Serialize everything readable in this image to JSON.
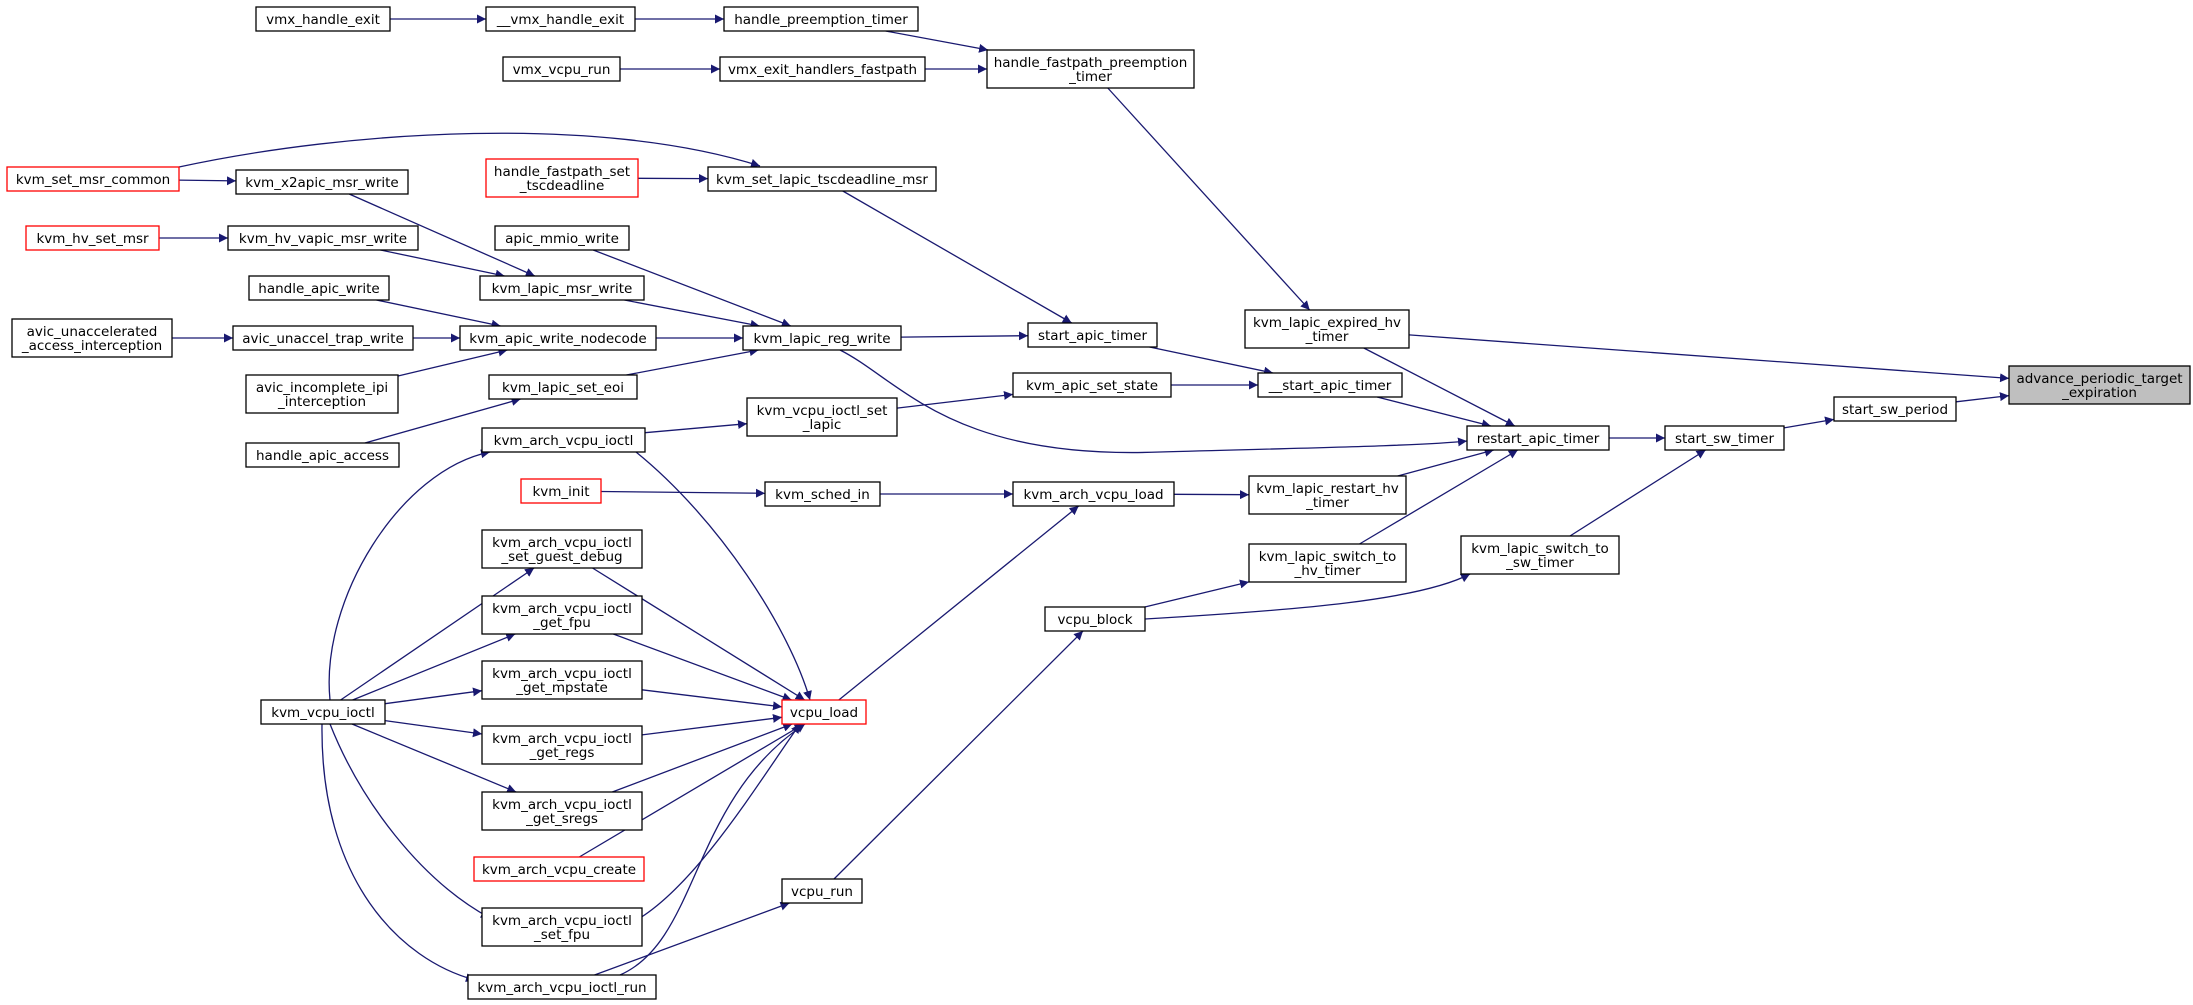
{
  "colors": {
    "edge": "#191970",
    "node_border": "#000000",
    "truncated_node_border": "#ff0000",
    "focus_fill": "#bfbfbf",
    "background": "#ffffff"
  },
  "graph": {
    "type": "call-graph",
    "direction": "right-to-left",
    "nodes": [
      {
        "id": "advance_periodic_target_expiration",
        "lines": [
          "advance_periodic_target",
          "_expiration"
        ],
        "style": "focus"
      },
      {
        "id": "start_sw_period",
        "lines": [
          "start_sw_period"
        ]
      },
      {
        "id": "start_sw_timer",
        "lines": [
          "start_sw_timer"
        ]
      },
      {
        "id": "restart_apic_timer",
        "lines": [
          "restart_apic_timer"
        ]
      },
      {
        "id": "kvm_lapic_expired_hv_timer",
        "lines": [
          "kvm_lapic_expired_hv",
          "_timer"
        ]
      },
      {
        "id": "handle_fastpath_preemption_timer",
        "lines": [
          "handle_fastpath_preemption",
          "_timer"
        ]
      },
      {
        "id": "handle_preemption_timer",
        "lines": [
          "handle_preemption_timer"
        ]
      },
      {
        "id": "__vmx_handle_exit",
        "lines": [
          "__vmx_handle_exit"
        ]
      },
      {
        "id": "vmx_handle_exit",
        "lines": [
          "vmx_handle_exit"
        ]
      },
      {
        "id": "vmx_exit_handlers_fastpath",
        "lines": [
          "vmx_exit_handlers_fastpath"
        ]
      },
      {
        "id": "vmx_vcpu_run",
        "lines": [
          "vmx_vcpu_run"
        ]
      },
      {
        "id": "kvm_set_lapic_tscdeadline_msr",
        "lines": [
          "kvm_set_lapic_tscdeadline_msr"
        ]
      },
      {
        "id": "handle_fastpath_set_tscdeadline",
        "lines": [
          "handle_fastpath_set",
          "_tscdeadline"
        ],
        "style": "red"
      },
      {
        "id": "kvm_set_msr_common",
        "lines": [
          "kvm_set_msr_common"
        ],
        "style": "red"
      },
      {
        "id": "kvm_x2apic_msr_write",
        "lines": [
          "kvm_x2apic_msr_write"
        ]
      },
      {
        "id": "kvm_hv_set_msr",
        "lines": [
          "kvm_hv_set_msr"
        ],
        "style": "red"
      },
      {
        "id": "kvm_hv_vapic_msr_write",
        "lines": [
          "kvm_hv_vapic_msr_write"
        ]
      },
      {
        "id": "apic_mmio_write",
        "lines": [
          "apic_mmio_write"
        ]
      },
      {
        "id": "kvm_lapic_msr_write",
        "lines": [
          "kvm_lapic_msr_write"
        ]
      },
      {
        "id": "handle_apic_write",
        "lines": [
          "handle_apic_write"
        ]
      },
      {
        "id": "avic_unaccelerated_access_interception",
        "lines": [
          "avic_unaccelerated",
          "_access_interception"
        ]
      },
      {
        "id": "avic_unaccel_trap_write",
        "lines": [
          "avic_unaccel_trap_write"
        ]
      },
      {
        "id": "kvm_apic_write_nodecode",
        "lines": [
          "kvm_apic_write_nodecode"
        ]
      },
      {
        "id": "kvm_lapic_reg_write",
        "lines": [
          "kvm_lapic_reg_write"
        ]
      },
      {
        "id": "avic_incomplete_ipi_interception",
        "lines": [
          "avic_incomplete_ipi",
          "_interception"
        ]
      },
      {
        "id": "kvm_lapic_set_eoi",
        "lines": [
          "kvm_lapic_set_eoi"
        ]
      },
      {
        "id": "handle_apic_access",
        "lines": [
          "handle_apic_access"
        ]
      },
      {
        "id": "start_apic_timer",
        "lines": [
          "start_apic_timer"
        ]
      },
      {
        "id": "kvm_apic_set_state",
        "lines": [
          "kvm_apic_set_state"
        ]
      },
      {
        "id": "__start_apic_timer",
        "lines": [
          "__start_apic_timer"
        ]
      },
      {
        "id": "kvm_vcpu_ioctl_set_lapic",
        "lines": [
          "kvm_vcpu_ioctl_set",
          "_lapic"
        ]
      },
      {
        "id": "kvm_arch_vcpu_ioctl",
        "lines": [
          "kvm_arch_vcpu_ioctl"
        ]
      },
      {
        "id": "kvm_init",
        "lines": [
          "kvm_init"
        ],
        "style": "red"
      },
      {
        "id": "kvm_sched_in",
        "lines": [
          "kvm_sched_in"
        ]
      },
      {
        "id": "kvm_arch_vcpu_load",
        "lines": [
          "kvm_arch_vcpu_load"
        ]
      },
      {
        "id": "kvm_lapic_restart_hv_timer",
        "lines": [
          "kvm_lapic_restart_hv",
          "_timer"
        ]
      },
      {
        "id": "kvm_lapic_switch_to_hv_timer",
        "lines": [
          "kvm_lapic_switch_to",
          "_hv_timer"
        ]
      },
      {
        "id": "kvm_lapic_switch_to_sw_timer",
        "lines": [
          "kvm_lapic_switch_to",
          "_sw_timer"
        ]
      },
      {
        "id": "vcpu_block",
        "lines": [
          "vcpu_block"
        ]
      },
      {
        "id": "kvm_arch_vcpu_ioctl_set_guest_debug",
        "lines": [
          "kvm_arch_vcpu_ioctl",
          "_set_guest_debug"
        ]
      },
      {
        "id": "kvm_arch_vcpu_ioctl_get_fpu",
        "lines": [
          "kvm_arch_vcpu_ioctl",
          "_get_fpu"
        ]
      },
      {
        "id": "kvm_arch_vcpu_ioctl_get_mpstate",
        "lines": [
          "kvm_arch_vcpu_ioctl",
          "_get_mpstate"
        ]
      },
      {
        "id": "kvm_vcpu_ioctl",
        "lines": [
          "kvm_vcpu_ioctl"
        ]
      },
      {
        "id": "vcpu_load",
        "lines": [
          "vcpu_load"
        ],
        "style": "red"
      },
      {
        "id": "kvm_arch_vcpu_ioctl_get_regs",
        "lines": [
          "kvm_arch_vcpu_ioctl",
          "_get_regs"
        ]
      },
      {
        "id": "kvm_arch_vcpu_ioctl_get_sregs",
        "lines": [
          "kvm_arch_vcpu_ioctl",
          "_get_sregs"
        ]
      },
      {
        "id": "kvm_arch_vcpu_create",
        "lines": [
          "kvm_arch_vcpu_create"
        ],
        "style": "red"
      },
      {
        "id": "vcpu_run",
        "lines": [
          "vcpu_run"
        ]
      },
      {
        "id": "kvm_arch_vcpu_ioctl_set_fpu",
        "lines": [
          "kvm_arch_vcpu_ioctl",
          "_set_fpu"
        ]
      },
      {
        "id": "kvm_arch_vcpu_ioctl_run",
        "lines": [
          "kvm_arch_vcpu_ioctl_run"
        ]
      }
    ],
    "edges": [
      {
        "from": "start_sw_period",
        "to": "advance_periodic_target_expiration"
      },
      {
        "from": "kvm_lapic_expired_hv_timer",
        "to": "advance_periodic_target_expiration"
      },
      {
        "from": "start_sw_timer",
        "to": "start_sw_period"
      },
      {
        "from": "restart_apic_timer",
        "to": "start_sw_timer"
      },
      {
        "from": "kvm_lapic_switch_to_sw_timer",
        "to": "start_sw_timer"
      },
      {
        "from": "kvm_lapic_expired_hv_timer",
        "to": "restart_apic_timer"
      },
      {
        "from": "__start_apic_timer",
        "to": "restart_apic_timer"
      },
      {
        "from": "kvm_lapic_reg_write",
        "to": "restart_apic_timer"
      },
      {
        "from": "kvm_lapic_restart_hv_timer",
        "to": "restart_apic_timer"
      },
      {
        "from": "kvm_lapic_switch_to_hv_timer",
        "to": "restart_apic_timer"
      },
      {
        "from": "handle_fastpath_preemption_timer",
        "to": "kvm_lapic_expired_hv_timer"
      },
      {
        "from": "handle_preemption_timer",
        "to": "handle_fastpath_preemption_timer"
      },
      {
        "from": "vmx_exit_handlers_fastpath",
        "to": "handle_fastpath_preemption_timer"
      },
      {
        "from": "__vmx_handle_exit",
        "to": "handle_preemption_timer"
      },
      {
        "from": "vmx_handle_exit",
        "to": "__vmx_handle_exit"
      },
      {
        "from": "vmx_vcpu_run",
        "to": "vmx_exit_handlers_fastpath"
      },
      {
        "from": "start_apic_timer",
        "to": "__start_apic_timer"
      },
      {
        "from": "kvm_apic_set_state",
        "to": "__start_apic_timer"
      },
      {
        "from": "kvm_set_lapic_tscdeadline_msr",
        "to": "start_apic_timer"
      },
      {
        "from": "kvm_lapic_reg_write",
        "to": "start_apic_timer"
      },
      {
        "from": "handle_fastpath_set_tscdeadline",
        "to": "kvm_set_lapic_tscdeadline_msr"
      },
      {
        "from": "kvm_set_msr_common",
        "to": "kvm_set_lapic_tscdeadline_msr"
      },
      {
        "from": "kvm_set_msr_common",
        "to": "kvm_x2apic_msr_write"
      },
      {
        "from": "kvm_x2apic_msr_write",
        "to": "kvm_lapic_msr_write"
      },
      {
        "from": "kvm_hv_set_msr",
        "to": "kvm_hv_vapic_msr_write"
      },
      {
        "from": "kvm_hv_vapic_msr_write",
        "to": "kvm_lapic_msr_write"
      },
      {
        "from": "kvm_lapic_msr_write",
        "to": "kvm_lapic_reg_write"
      },
      {
        "from": "apic_mmio_write",
        "to": "kvm_lapic_reg_write"
      },
      {
        "from": "kvm_apic_write_nodecode",
        "to": "kvm_lapic_reg_write"
      },
      {
        "from": "kvm_lapic_set_eoi",
        "to": "kvm_lapic_reg_write"
      },
      {
        "from": "handle_apic_write",
        "to": "kvm_apic_write_nodecode"
      },
      {
        "from": "avic_unaccel_trap_write",
        "to": "kvm_apic_write_nodecode"
      },
      {
        "from": "avic_incomplete_ipi_interception",
        "to": "kvm_apic_write_nodecode"
      },
      {
        "from": "avic_unaccelerated_access_interception",
        "to": "avic_unaccel_trap_write"
      },
      {
        "from": "handle_apic_access",
        "to": "kvm_lapic_set_eoi"
      },
      {
        "from": "kvm_vcpu_ioctl_set_lapic",
        "to": "kvm_apic_set_state"
      },
      {
        "from": "kvm_arch_vcpu_ioctl",
        "to": "kvm_vcpu_ioctl_set_lapic"
      },
      {
        "from": "kvm_vcpu_ioctl",
        "to": "kvm_arch_vcpu_ioctl"
      },
      {
        "from": "kvm_init",
        "to": "kvm_sched_in"
      },
      {
        "from": "kvm_sched_in",
        "to": "kvm_arch_vcpu_load"
      },
      {
        "from": "vcpu_load",
        "to": "kvm_arch_vcpu_load"
      },
      {
        "from": "kvm_arch_vcpu_load",
        "to": "kvm_lapic_restart_hv_timer"
      },
      {
        "from": "vcpu_block",
        "to": "kvm_lapic_switch_to_hv_timer"
      },
      {
        "from": "vcpu_block",
        "to": "kvm_lapic_switch_to_sw_timer"
      },
      {
        "from": "vcpu_run",
        "to": "vcpu_block"
      },
      {
        "from": "kvm_arch_vcpu_ioctl_run",
        "to": "vcpu_run"
      },
      {
        "from": "kvm_arch_vcpu_ioctl",
        "to": "vcpu_load"
      },
      {
        "from": "kvm_arch_vcpu_ioctl_set_guest_debug",
        "to": "vcpu_load"
      },
      {
        "from": "kvm_arch_vcpu_ioctl_get_fpu",
        "to": "vcpu_load"
      },
      {
        "from": "kvm_arch_vcpu_ioctl_get_mpstate",
        "to": "vcpu_load"
      },
      {
        "from": "kvm_arch_vcpu_ioctl_get_regs",
        "to": "vcpu_load"
      },
      {
        "from": "kvm_arch_vcpu_ioctl_get_sregs",
        "to": "vcpu_load"
      },
      {
        "from": "kvm_arch_vcpu_create",
        "to": "vcpu_load"
      },
      {
        "from": "kvm_arch_vcpu_ioctl_set_fpu",
        "to": "vcpu_load"
      },
      {
        "from": "kvm_arch_vcpu_ioctl_run",
        "to": "vcpu_load"
      },
      {
        "from": "kvm_vcpu_ioctl",
        "to": "kvm_arch_vcpu_ioctl_set_guest_debug"
      },
      {
        "from": "kvm_vcpu_ioctl",
        "to": "kvm_arch_vcpu_ioctl_get_fpu"
      },
      {
        "from": "kvm_vcpu_ioctl",
        "to": "kvm_arch_vcpu_ioctl_get_mpstate"
      },
      {
        "from": "kvm_vcpu_ioctl",
        "to": "kvm_arch_vcpu_ioctl_get_regs"
      },
      {
        "from": "kvm_vcpu_ioctl",
        "to": "kvm_arch_vcpu_ioctl_get_sregs"
      },
      {
        "from": "kvm_vcpu_ioctl",
        "to": "kvm_arch_vcpu_ioctl_set_fpu"
      },
      {
        "from": "kvm_vcpu_ioctl",
        "to": "kvm_arch_vcpu_ioctl_run"
      }
    ]
  }
}
